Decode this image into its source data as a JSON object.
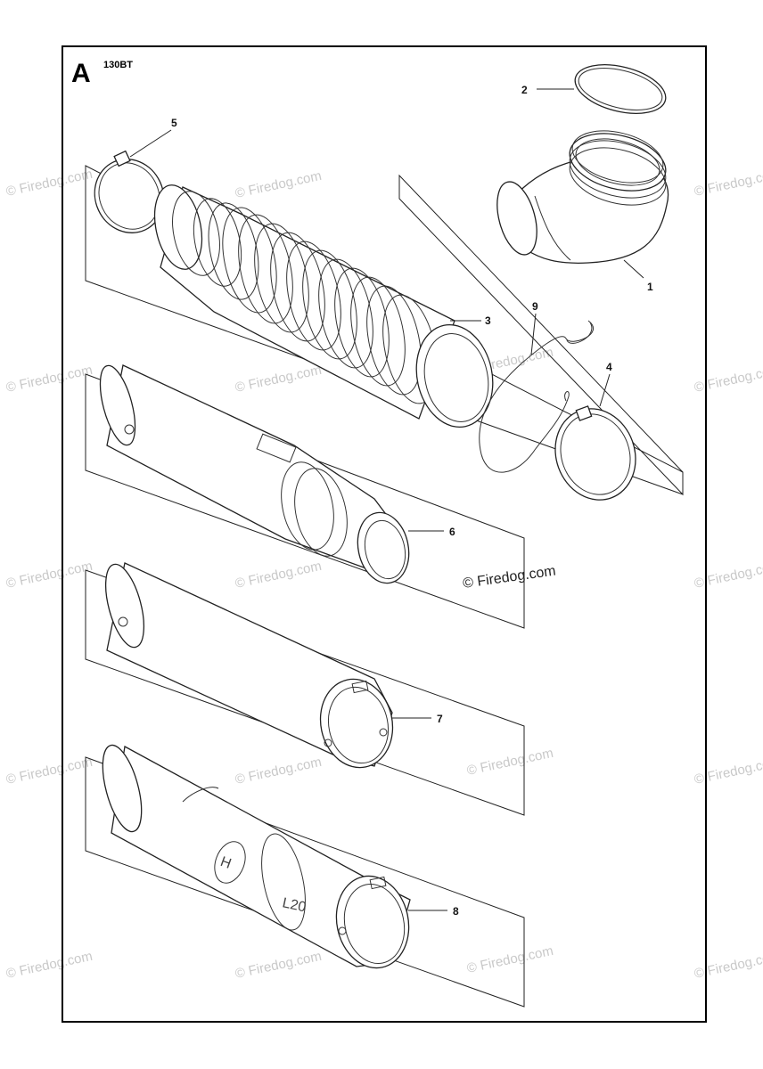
{
  "section": {
    "letter": "A",
    "model": "130BT"
  },
  "watermark": {
    "main": "© Firedog.com",
    "faint": "© Firedog.com"
  },
  "tube_print": {
    "code": "L20",
    "logo": "H"
  },
  "callouts": [
    {
      "id": "callout-1",
      "label": "1"
    },
    {
      "id": "callout-2",
      "label": "2"
    },
    {
      "id": "callout-3",
      "label": "3"
    },
    {
      "id": "callout-4",
      "label": "4"
    },
    {
      "id": "callout-5",
      "label": "5"
    },
    {
      "id": "callout-6",
      "label": "6"
    },
    {
      "id": "callout-7",
      "label": "7"
    },
    {
      "id": "callout-8",
      "label": "8"
    },
    {
      "id": "callout-9",
      "label": "9"
    }
  ],
  "colors": {
    "ink": "#222222",
    "watermark": "#c9c9c9",
    "background": "#ffffff"
  }
}
